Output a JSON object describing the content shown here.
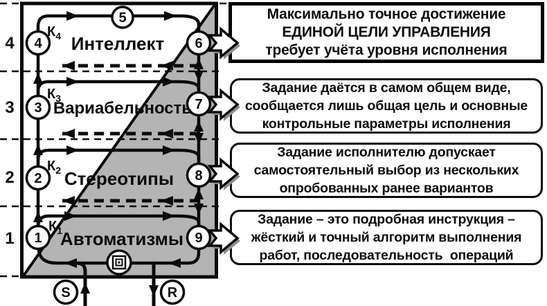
{
  "colors": {
    "line": "#0a0a0a",
    "gray_fill": "#b4b4b4",
    "arrow_shadow": "#8f8f8f",
    "background": "#ffffff"
  },
  "diagram": {
    "top_circle": "5",
    "bottom_left_circle": "S",
    "bottom_right_circle": "R",
    "levels": [
      {
        "index": "4",
        "k": "К",
        "k_sub": "4",
        "left_num": "4",
        "right_num": "6",
        "name": "Интеллект"
      },
      {
        "index": "3",
        "k": "К",
        "k_sub": "3",
        "left_num": "3",
        "right_num": "7",
        "name": "Вариабельность"
      },
      {
        "index": "2",
        "k": "К",
        "k_sub": "2",
        "left_num": "2",
        "right_num": "8",
        "name": "Стереотипы"
      },
      {
        "index": "1",
        "k": "К",
        "k_sub": "1",
        "left_num": "1",
        "right_num": "9",
        "name": "Автоматизмы"
      }
    ]
  },
  "boxes": [
    {
      "style": "square",
      "lines": [
        "Максимально точное достижение",
        "ЕДИНОЙ ЦЕЛИ УПРАВЛЕНИЯ",
        "требует учёта уровня исполнения"
      ]
    },
    {
      "style": "rounded",
      "lines": [
        "Задание даётся в самом общем виде,",
        "сообщается лишь общая цель и основные",
        "контрольные параметры исполнения"
      ]
    },
    {
      "style": "rounded",
      "lines": [
        "Задание исполнителю допускает",
        "самостоятельный выбор из нескольких",
        "опробованных ранее вариантов"
      ]
    },
    {
      "style": "rounded",
      "lines": [
        "Задание – это подробная инструкция –",
        "жёсткий и точный алгоритм выполнения",
        "работ, последовательность  операций"
      ]
    }
  ]
}
